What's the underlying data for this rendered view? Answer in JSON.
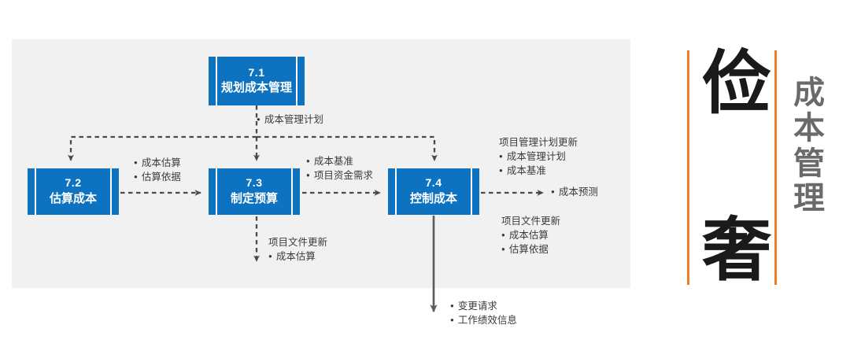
{
  "diagram": {
    "title_chars": {
      "top": "俭",
      "bottom": "奢"
    },
    "vertical_title": [
      "成",
      "本",
      "管",
      "理"
    ],
    "colors": {
      "box_blue": "#0d72c0",
      "panel_gray": "#f1f1f1",
      "accent_orange": "#f07d26",
      "arrow_gray": "#4a4a4a",
      "text_gray": "#6a6a6a"
    },
    "processes": [
      {
        "id": "7.1",
        "number": "7.1",
        "name": "规划成本管理"
      },
      {
        "id": "7.2",
        "number": "7.2",
        "name": "估算成本"
      },
      {
        "id": "7.3",
        "number": "7.3",
        "name": "制定预算"
      },
      {
        "id": "7.4",
        "number": "7.4",
        "name": "控制成本"
      }
    ],
    "annotations": {
      "cost_mgmt_plan": {
        "items": [
          "成本管理计划"
        ]
      },
      "estimates": {
        "items": [
          "成本估算",
          "估算依据"
        ]
      },
      "baseline": {
        "items": [
          "成本基准",
          "项目资金需求"
        ]
      },
      "pm_plan_updates": {
        "header": "项目管理计划更新",
        "items": [
          "成本管理计划",
          "成本基准"
        ]
      },
      "forecast": {
        "items": [
          "成本预测"
        ]
      },
      "doc_updates_74": {
        "header": "项目文件更新",
        "items": [
          "成本估算",
          "估算依据"
        ]
      },
      "doc_updates_73": {
        "header": "项目文件更新",
        "items": [
          "成本估算"
        ]
      },
      "change_requests": {
        "items": [
          "变更请求",
          "工作绩效信息"
        ]
      }
    }
  }
}
